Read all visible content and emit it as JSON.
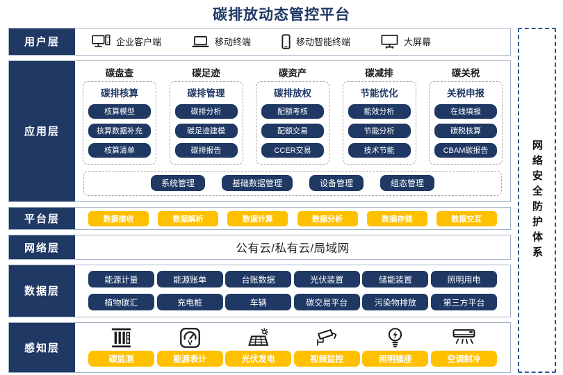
{
  "title": "碳排放动态管控平台",
  "security_sidebar": {
    "label": "网络安全防护体系"
  },
  "colors": {
    "navy": "#1F3864",
    "yellow": "#FFC000",
    "row_border": "#A3B1C6",
    "dashed_gray": "#A6A6A6",
    "sidebar_dashed_blue": "#2E5395"
  },
  "layers": {
    "user": {
      "label": "用户层",
      "items": [
        {
          "icon": "desktop-computer-icon",
          "label": "企业客户端"
        },
        {
          "icon": "laptop-icon",
          "label": "移动终端"
        },
        {
          "icon": "smartphone-icon",
          "label": "移动智能终端"
        },
        {
          "icon": "large-screen-icon",
          "label": "大屏幕"
        }
      ]
    },
    "app": {
      "label": "应用层",
      "columns": [
        {
          "category": "碳盘查",
          "group": "碳排核算",
          "items": [
            "核算模型",
            "核算数据补充",
            "核算清单"
          ]
        },
        {
          "category": "碳足迹",
          "group": "碳排管理",
          "items": [
            "碳排分析",
            "碳足迹建模",
            "碳排报告"
          ]
        },
        {
          "category": "碳资产",
          "group": "碳排放权",
          "items": [
            "配额考核",
            "配额交易",
            "CCER交易"
          ]
        },
        {
          "category": "碳减排",
          "group": "节能优化",
          "items": [
            "能效分析",
            "节能分析",
            "技术节能"
          ]
        },
        {
          "category": "碳关税",
          "group": "关税申报",
          "items": [
            "在线填报",
            "碳税核算",
            "CBAM碳报告"
          ]
        }
      ],
      "common_modules": [
        "系统管理",
        "基础数据管理",
        "设备管理",
        "组态管理"
      ]
    },
    "platform": {
      "label": "平台层",
      "items": [
        "数据接收",
        "数据解析",
        "数据计算",
        "数据分析",
        "数据存储",
        "数据交互"
      ]
    },
    "network": {
      "label": "网络层",
      "text": "公有云/私有云/局域网"
    },
    "data": {
      "label": "数据层",
      "rows": [
        [
          "能源计量",
          "能源账单",
          "台账数据",
          "光伏装置",
          "储能装置",
          "照明用电"
        ],
        [
          "植物碳汇",
          "充电桩",
          "车辆",
          "碳交易平台",
          "污染物排放",
          "第三方平台"
        ]
      ]
    },
    "perception": {
      "label": "感知层",
      "items": [
        {
          "icon": "carbon-monitoring-icon",
          "label": "碳监测"
        },
        {
          "icon": "energy-meter-icon",
          "label": "能源表计"
        },
        {
          "icon": "solar-power-icon",
          "label": "光伏发电"
        },
        {
          "icon": "cctv-camera-icon",
          "label": "视频监控"
        },
        {
          "icon": "lightbulb-icon",
          "label": "照明插座"
        },
        {
          "icon": "air-conditioner-icon",
          "label": "空调制冷"
        }
      ]
    }
  }
}
